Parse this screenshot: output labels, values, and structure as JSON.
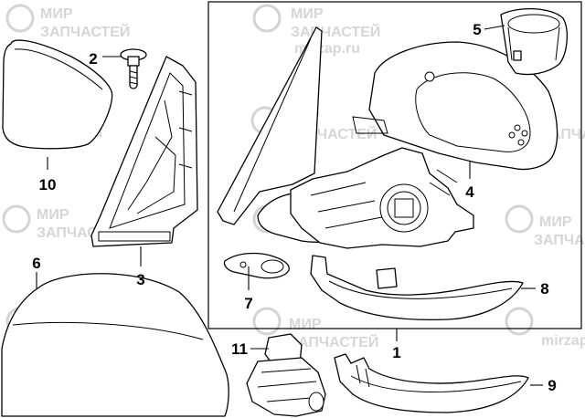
{
  "watermark": {
    "lines": [
      "МИР",
      "ЗАПЧАСТЕЙ"
    ],
    "domain": "mirzap.ru",
    "color": "#d6d6d6"
  },
  "callouts": {
    "part_1": "1",
    "part_2": "2",
    "part_3": "3",
    "part_4": "4",
    "part_5": "5",
    "part_6": "6",
    "part_7": "7",
    "part_8": "8",
    "part_9": "9",
    "part_10": "10",
    "part_11": "11"
  },
  "line_color": "#000000",
  "background_color": "#ffffff"
}
